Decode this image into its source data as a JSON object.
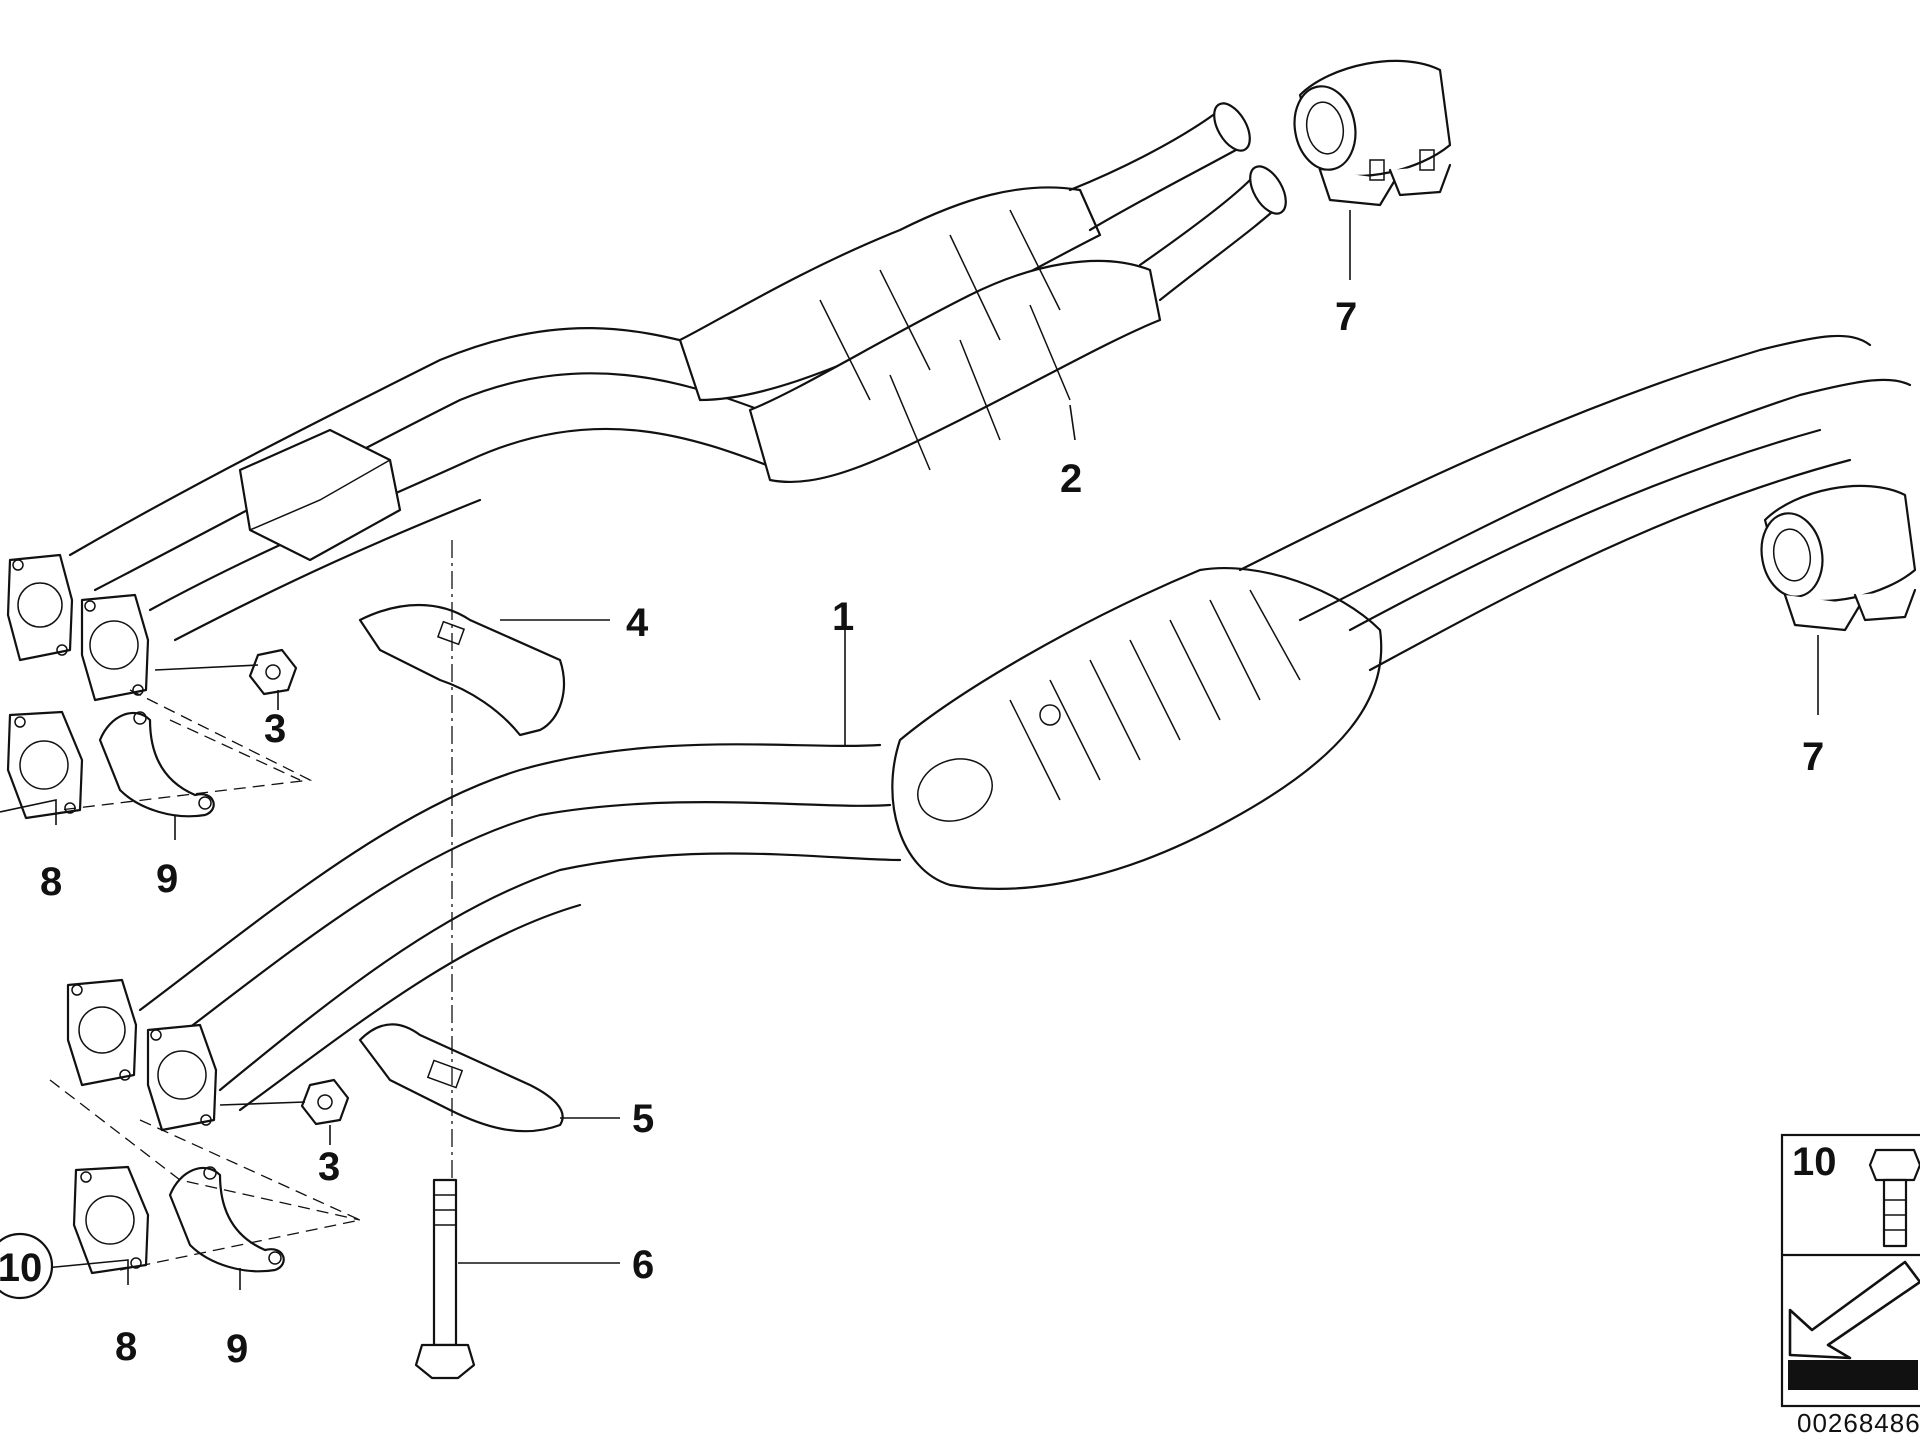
{
  "callouts": {
    "c1": "1",
    "c2": "2",
    "c3a": "3",
    "c3b": "3",
    "c4": "4",
    "c5": "5",
    "c6": "6",
    "c7a": "7",
    "c7b": "7",
    "c8a": "8",
    "c8b": "8",
    "c9a": "9",
    "c9b": "9",
    "c10": "10"
  },
  "legend": {
    "number": "10"
  },
  "reference_number": "00268486"
}
